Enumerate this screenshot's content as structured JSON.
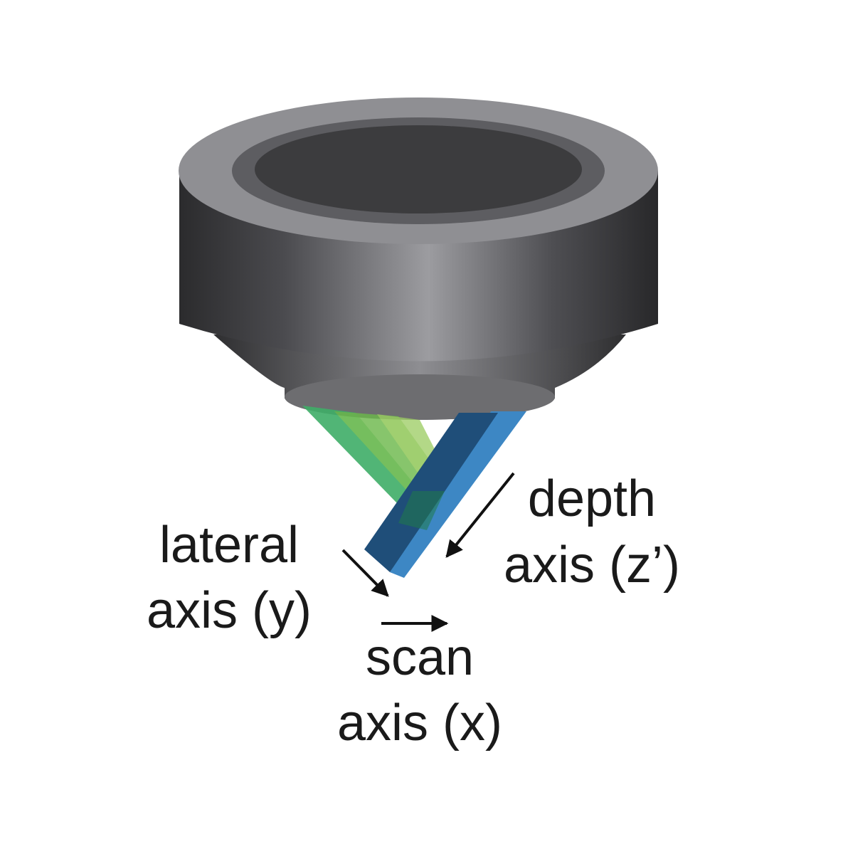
{
  "labels": {
    "depth": {
      "line1": "depth",
      "line2": "axis (z’)"
    },
    "lateral": {
      "line1": "lateral",
      "line2": "axis (y)"
    },
    "scan": {
      "line1": "scan",
      "line2": "axis (x)"
    }
  },
  "colors": {
    "objective_body": "#5a5a5e",
    "objective_rim": "#9a9a9e",
    "objective_aperture": "#3c3c3e",
    "illumination_beam": "#4db36a",
    "light_sheet_front": "#1f4e79",
    "light_sheet_side": "#3a86c4",
    "arrow": "#111111"
  }
}
